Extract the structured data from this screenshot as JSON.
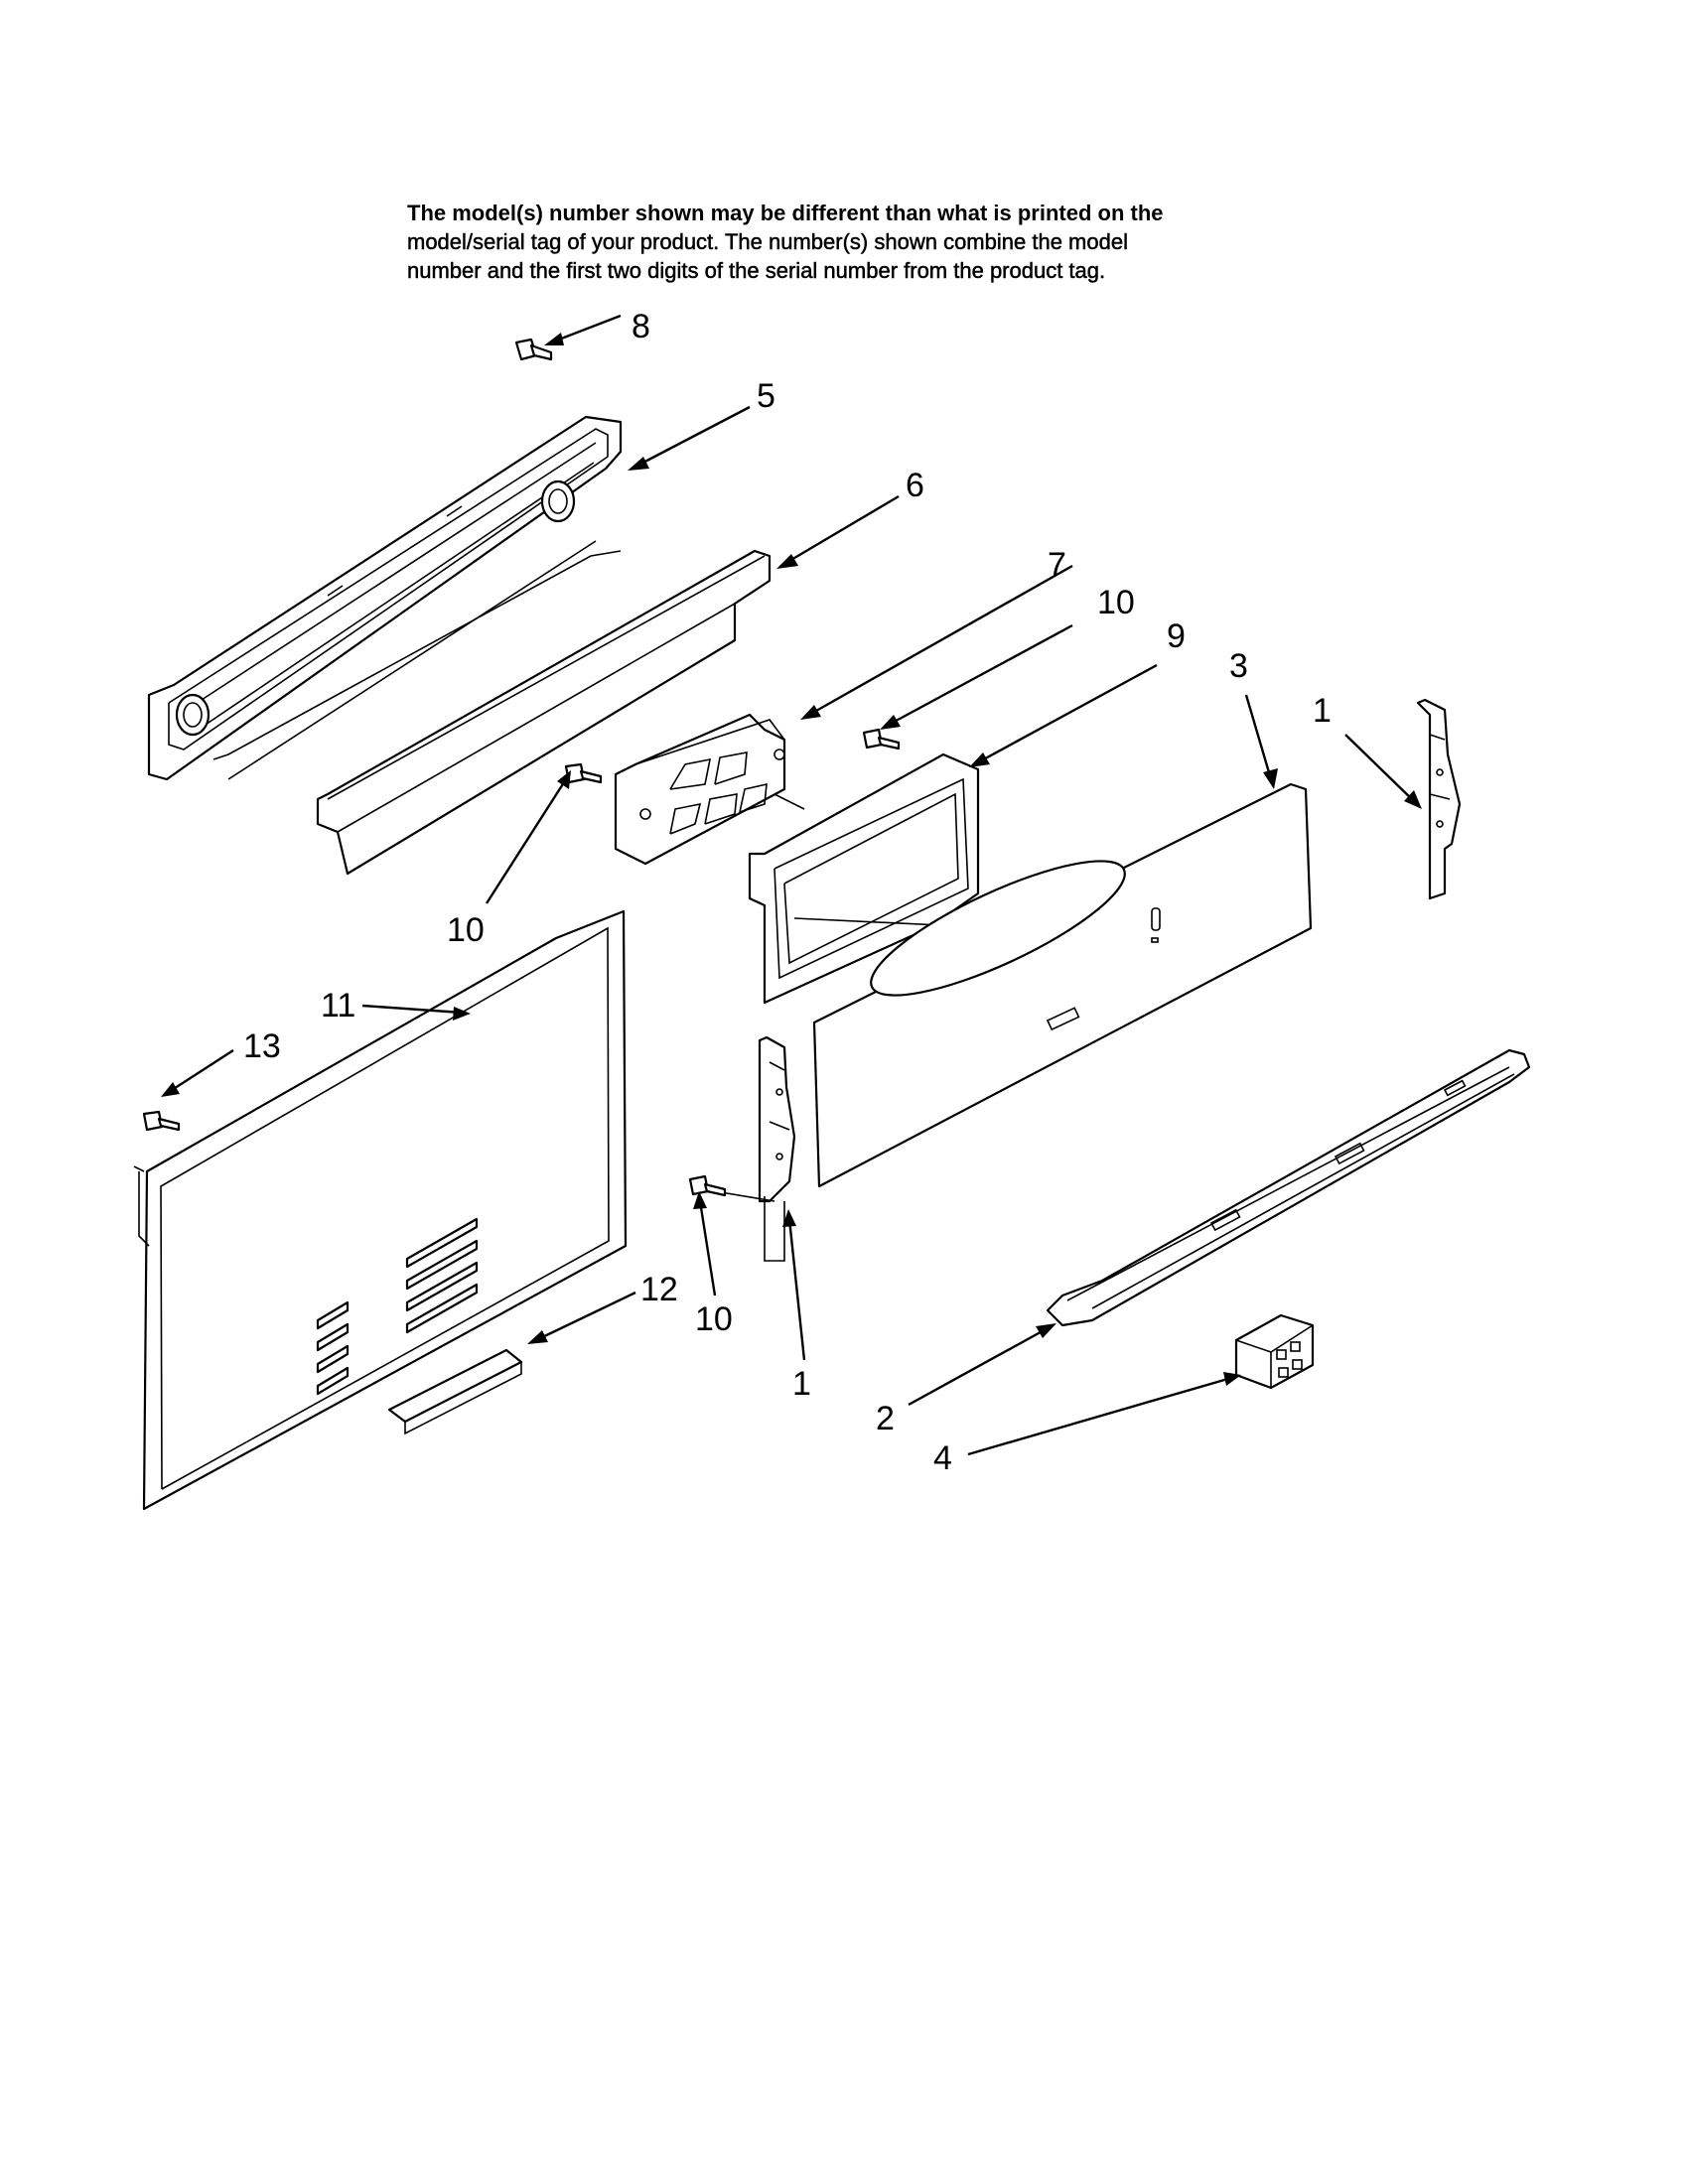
{
  "notice": {
    "line1": "The model(s) number shown may be different than what is printed on the",
    "line2": "model/serial tag of your product. The number(s) shown combine the model",
    "line3": "number and the first two digits of the serial number from the product tag."
  },
  "callouts": {
    "c8": "8",
    "c5": "5",
    "c6": "6",
    "c7": "7",
    "c10a": "10",
    "c9": "9",
    "c3": "3",
    "c1a": "1",
    "c10b": "10",
    "c11": "11",
    "c13": "13",
    "c12": "12",
    "c10c": "10",
    "c1b": "1",
    "c2": "2",
    "c4": "4"
  }
}
